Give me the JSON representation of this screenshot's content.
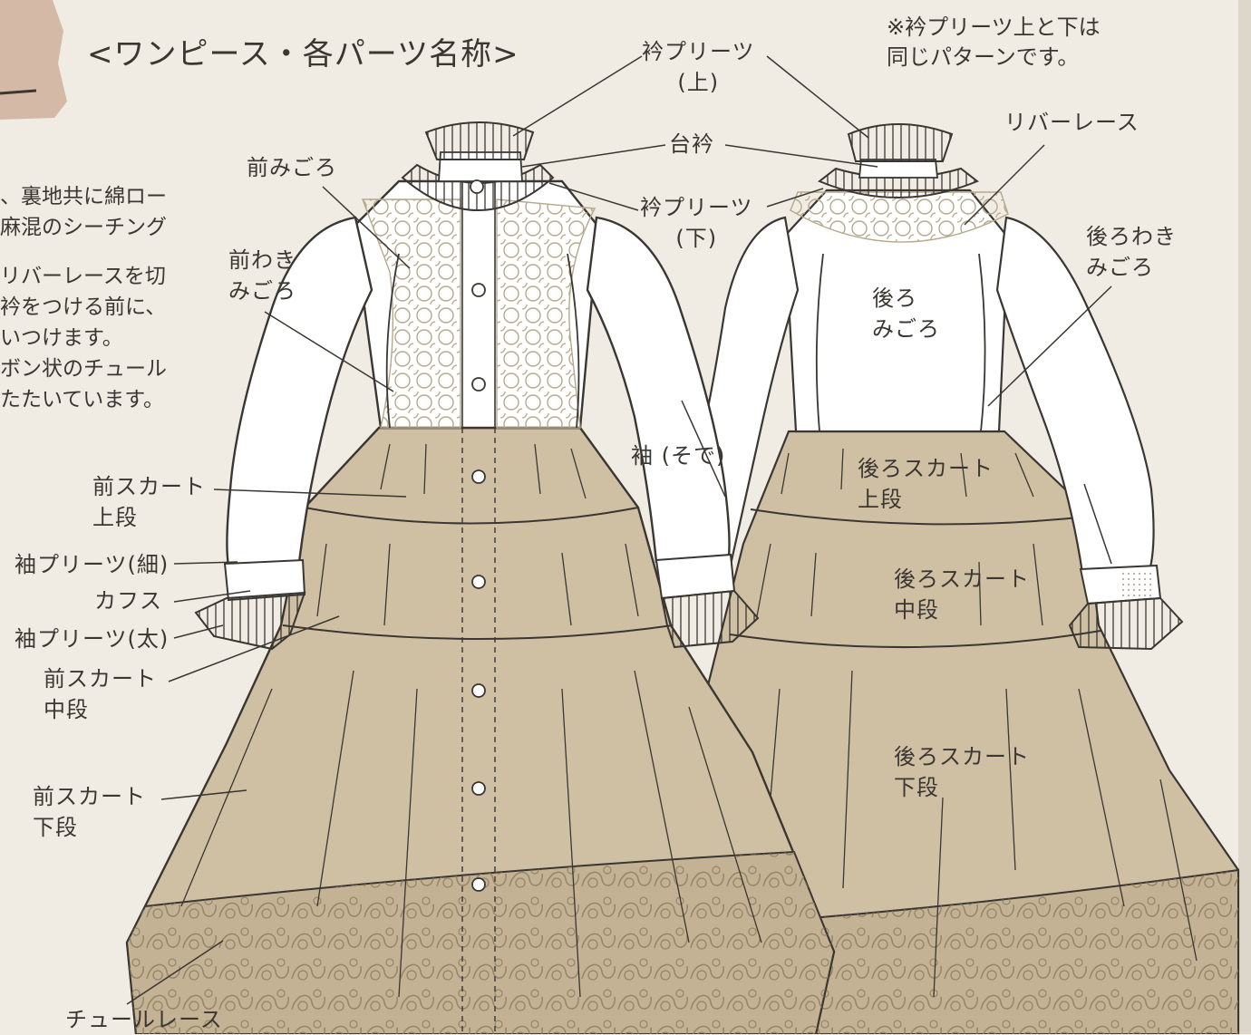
{
  "title": "<ワンピース・各パーツ名称>",
  "note": [
    "※衿プリーツ上と下は",
    "同じパターンです。"
  ],
  "description": [
    "、裏地共に綿ロー",
    "麻混のシーチング",
    "リバーレースを切",
    "衿をつける前に、",
    "いつけます。",
    "ボン状のチュール",
    "たたいています。"
  ],
  "labels": {
    "collar_pleats_top": [
      "衿プリーツ",
      "(上)"
    ],
    "stand_collar": "台衿",
    "collar_pleats_bottom": [
      "衿プリーツ",
      "(下)"
    ],
    "front_bodice": "前みごろ",
    "front_side_bodice": [
      "前わき",
      "みごろ"
    ],
    "sleeve": "袖 (そで)",
    "front_skirt_upper": [
      "前スカート",
      "上段"
    ],
    "sleeve_pleats_thin": "袖プリーツ(細)",
    "cuffs": "カフス",
    "sleeve_pleats_thick": "袖プリーツ(太)",
    "front_skirt_middle": [
      "前スカート",
      "中段"
    ],
    "front_skirt_lower": [
      "前スカート",
      "下段"
    ],
    "tulle_lace": "チュールレース",
    "river_lace": "リバーレース",
    "back_side_bodice": [
      "後ろわき",
      "みごろ"
    ],
    "back_bodice": [
      "後ろ",
      "みごろ"
    ],
    "back_skirt_upper": [
      "後ろスカート",
      "上段"
    ],
    "back_skirt_middle": [
      "後ろスカート",
      "中段"
    ],
    "back_skirt_lower": [
      "後ろスカート",
      "下段"
    ]
  },
  "colors": {
    "background": "#f1ece3",
    "skirt": "#cfc0a4",
    "skirt_hem": "#c3b293",
    "bodice": "#ffffff",
    "line": "#3a3632",
    "lace": "#b6a88c",
    "paper_scrap": "#d5b9a7"
  }
}
